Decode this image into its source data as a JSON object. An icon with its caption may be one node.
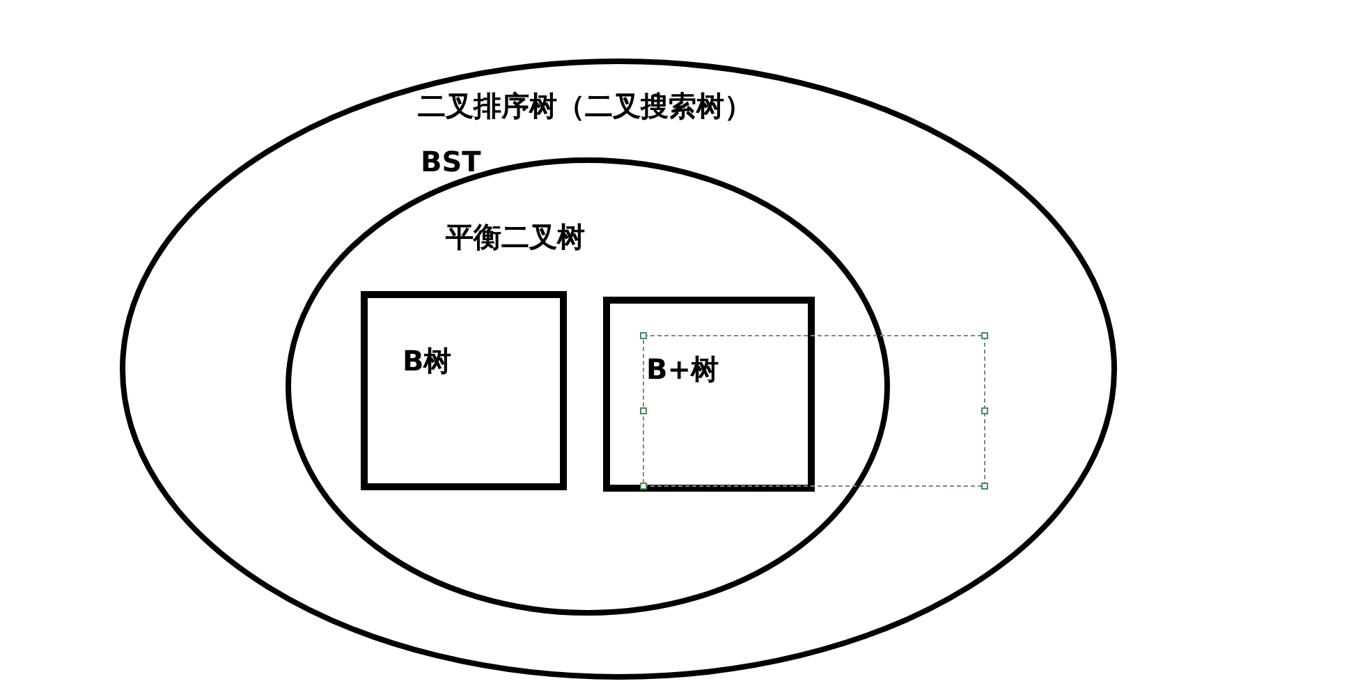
{
  "diagram": {
    "nodes": [
      {
        "text": [
          "二叉排序树（二叉搜索树）",
          "BST"
        ]
      },
      {
        "text": [
          "平衡二叉树"
        ],
        "in": 0
      },
      {
        "text": [
          "B树"
        ],
        "in": 1
      },
      {
        "text": [
          "B+树"
        ],
        "in": 1
      }
    ]
  }
}
